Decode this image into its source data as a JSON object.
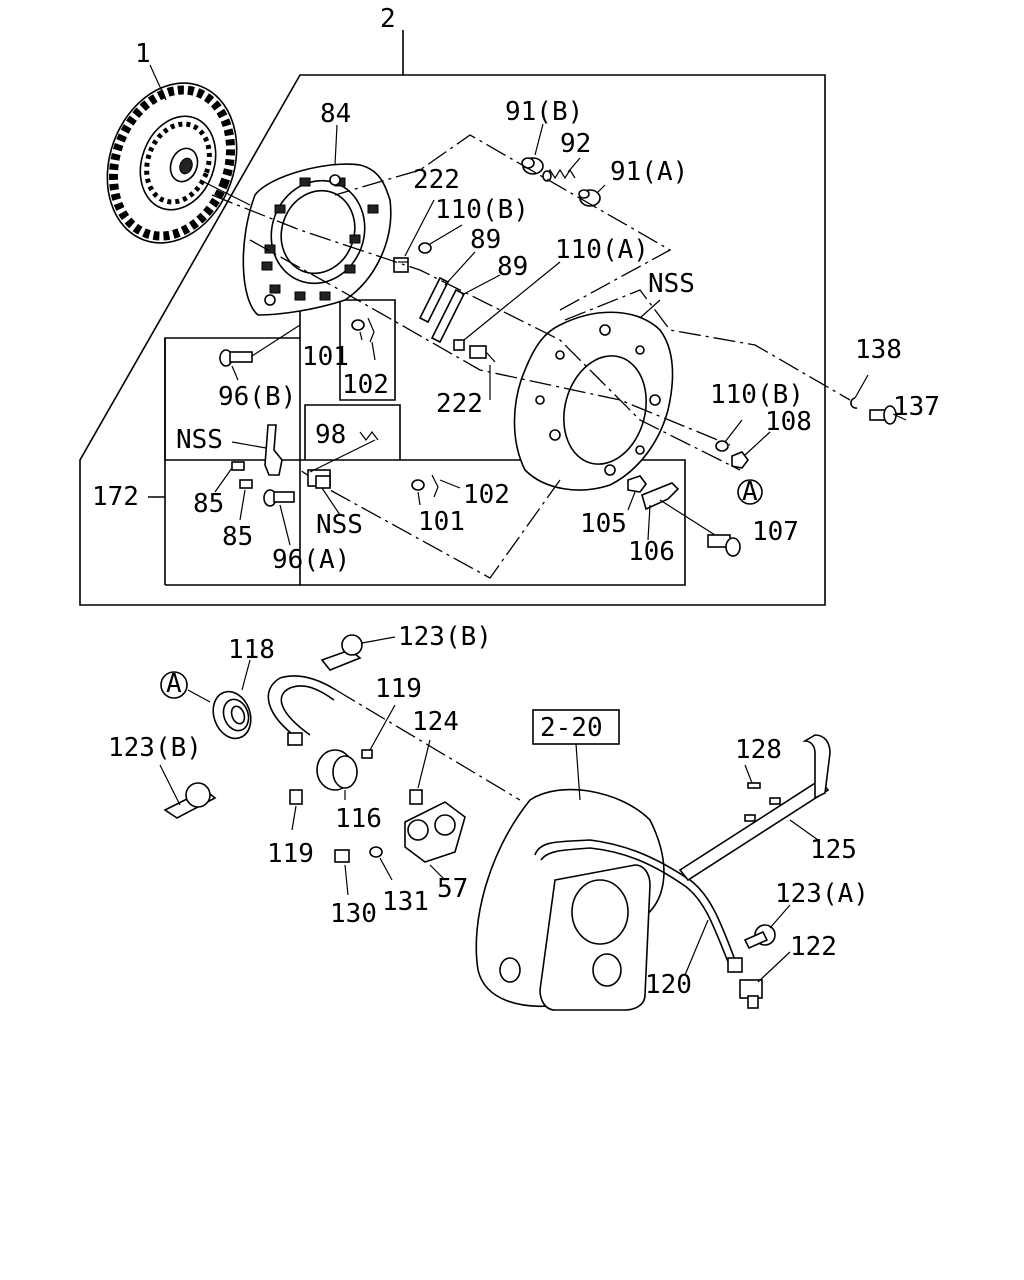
{
  "labels": {
    "l1": "1",
    "l2": "2",
    "l84": "84",
    "l91b": "91(B)",
    "l92": "92",
    "l91a": "91(A)",
    "l222a": "222",
    "l110b_top": "110(B)",
    "l89a": "89",
    "l110a": "110(A)",
    "l89b": "89",
    "lnss_top": "NSS",
    "l101a": "101",
    "l102a": "102",
    "l96b": "96(B)",
    "l222b": "222",
    "l138": "138",
    "l137": "137",
    "l110b_right": "110(B)",
    "l108": "108",
    "lnss_left": "NSS",
    "l98": "98",
    "l172": "172",
    "l85a": "85",
    "l85b": "85",
    "lnss_mid": "NSS",
    "l96a": "96(A)",
    "l101b": "101",
    "l102b": "102",
    "l105": "105",
    "l106": "106",
    "l107": "107",
    "lA_top": "A",
    "l123b_top": "123(B)",
    "l118": "118",
    "lA_bottom": "A",
    "l119a": "119",
    "l124": "124",
    "l2_20": "2-20",
    "l123b_left": "123(B)",
    "l116": "116",
    "l119b": "119",
    "l57": "57",
    "l130": "130",
    "l131": "131",
    "l128": "128",
    "l125": "125",
    "l123a": "123(A)",
    "l122": "122",
    "l120": "120"
  }
}
